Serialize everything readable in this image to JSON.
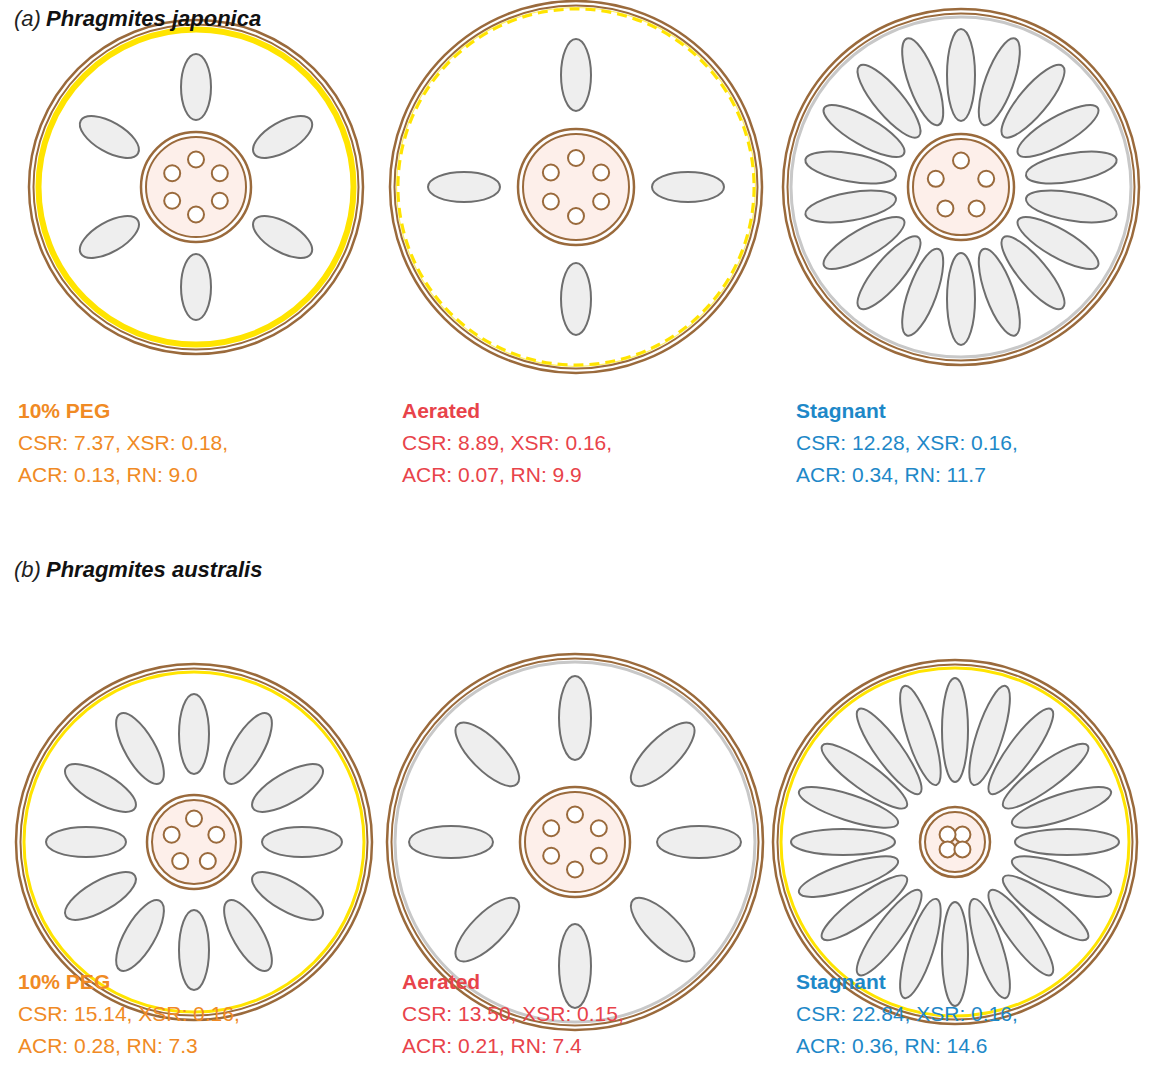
{
  "diagram": {
    "labels": [
      "(a)",
      "Phragmites japonica",
      "10% PEG",
      "CSR: 7.37, XSR: 0.18,",
      "ACR: 0.13, RN: 9.0",
      "Aerated",
      "CSR: 8.89, XSR: 0.16,",
      "ACR: 0.07, RN: 9.9",
      "Stagnant",
      "CSR: 12.28, XSR: 0.16,",
      "ACR: 0.34, RN: 11.7",
      "(b)",
      "Phragmites australis",
      "10% PEG",
      "CSR: 15.14, XSR: 0.16,",
      "ACR: 0.28, RN: 7.3",
      "Aerated",
      "CSR: 13.50, XSR: 0.15,",
      "ACR: 0.21, RN: 7.4",
      "Stagnant",
      "CSR: 22.84, XSR: 0.16,",
      "ACR: 0.36, RN: 14.6"
    ]
  }
}
